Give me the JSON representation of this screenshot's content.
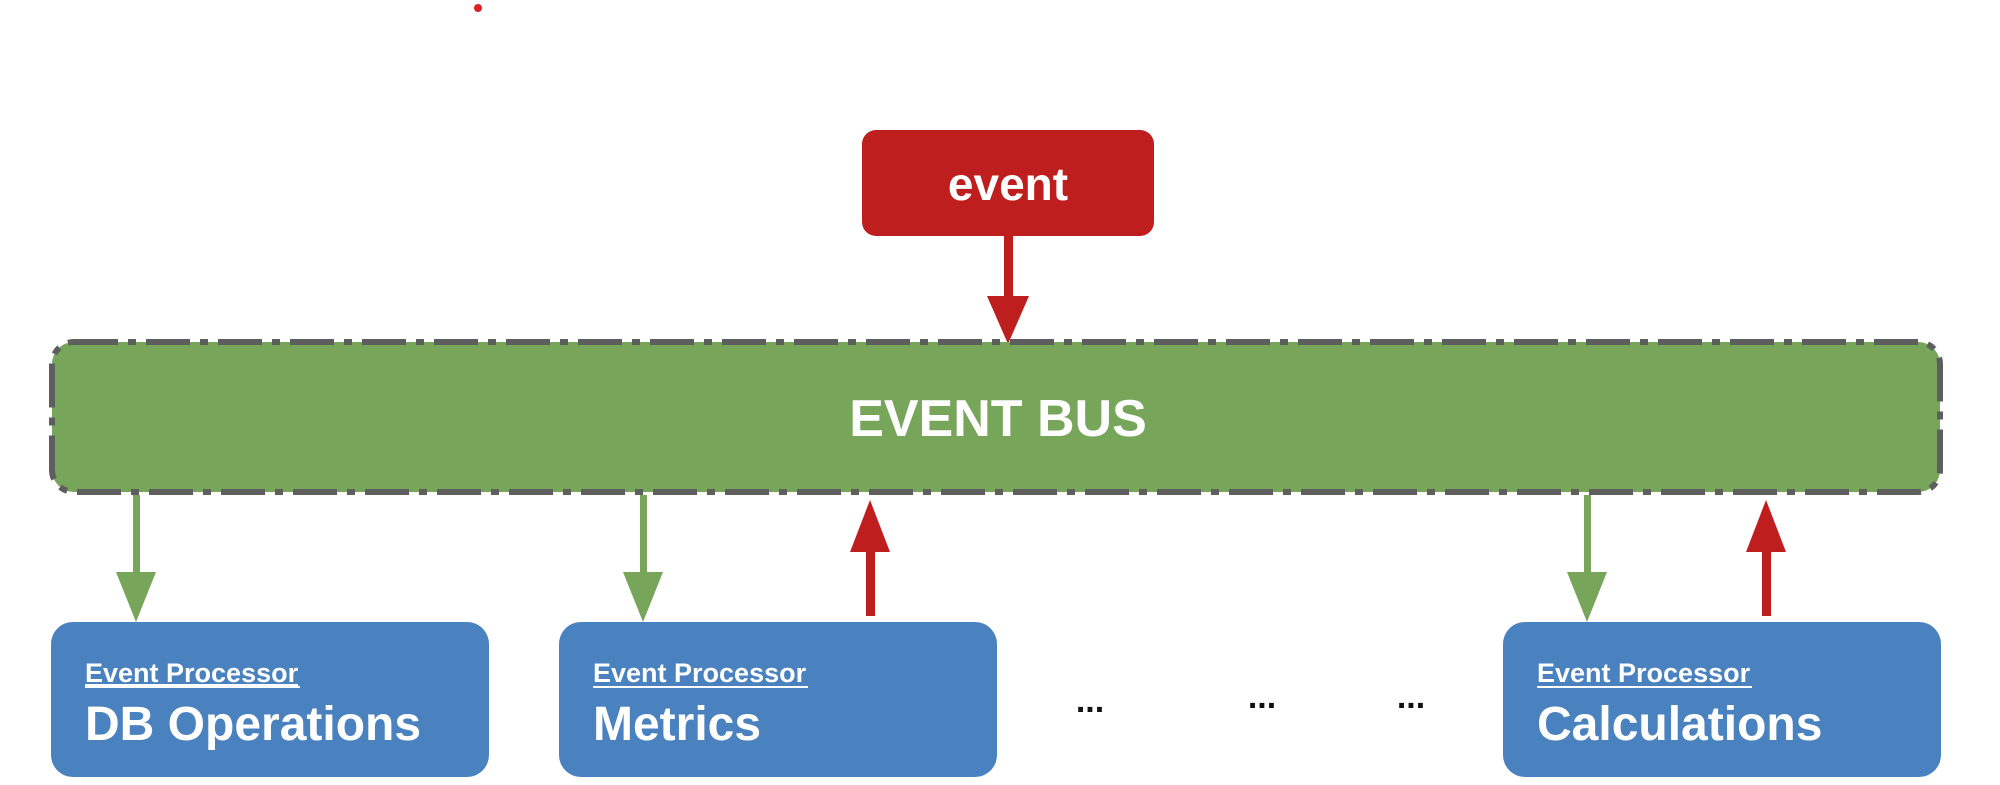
{
  "event_box": {
    "label": "event",
    "fill": "#be1e1e"
  },
  "bus": {
    "label": "EVENT BUS",
    "fill": "#77a55a",
    "border": "#5e5e5e"
  },
  "processors": [
    {
      "caption": "Event Processor",
      "title": "DB Operations"
    },
    {
      "caption": "Event Processor",
      "title": "Metrics"
    },
    {
      "caption": "Event Processor",
      "title": "Calculations"
    }
  ],
  "processor_fill": "#4a82c0",
  "ellipses": [
    "...",
    "...",
    "..."
  ],
  "colors": {
    "subscribe_arrow": "#77a55a",
    "publish_arrow": "#be1e1e",
    "text_light": "#ffffff",
    "ellipsis_text": "#111111"
  }
}
